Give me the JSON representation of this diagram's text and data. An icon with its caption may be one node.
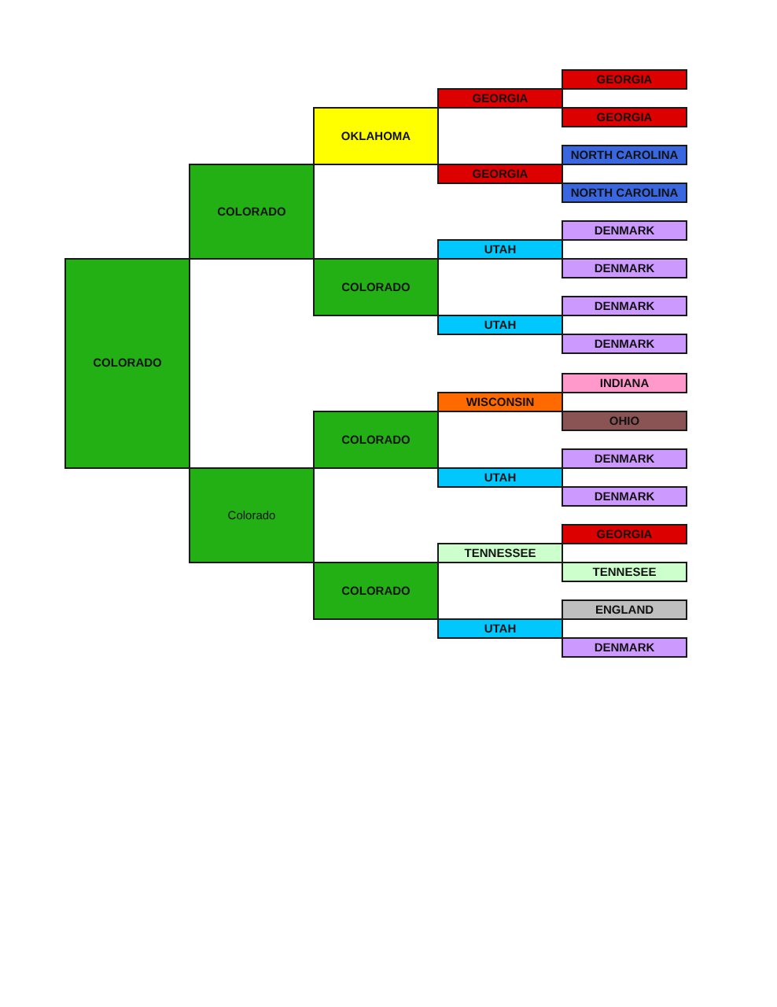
{
  "diagram": {
    "nodes": [
      {
        "text": [
          "COLORADO"
        ]
      },
      {
        "text": [
          "COLORADO"
        ]
      },
      {
        "text": [
          "Colorado"
        ]
      },
      {
        "text": [
          "OKLAHOMA"
        ]
      },
      {
        "text": [
          "COLORADO"
        ]
      },
      {
        "text": [
          "COLORADO"
        ]
      },
      {
        "text": [
          "COLORADO"
        ]
      },
      {
        "text": [
          "GEORGIA"
        ]
      },
      {
        "text": [
          "GEORGIA"
        ]
      },
      {
        "text": [
          "UTAH"
        ]
      },
      {
        "text": [
          "UTAH"
        ]
      },
      {
        "text": [
          "WISCONSIN"
        ]
      },
      {
        "text": [
          "UTAH"
        ]
      },
      {
        "text": [
          "TENNESSEE"
        ]
      },
      {
        "text": [
          "UTAH"
        ]
      },
      {
        "text": [
          "GEORGIA"
        ]
      },
      {
        "text": [
          "GEORGIA"
        ]
      },
      {
        "text": [
          "NORTH CAROLINA"
        ]
      },
      {
        "text": [
          "NORTH CAROLINA"
        ]
      },
      {
        "text": [
          "DENMARK"
        ]
      },
      {
        "text": [
          "DENMARK"
        ]
      },
      {
        "text": [
          "DENMARK"
        ]
      },
      {
        "text": [
          "DENMARK"
        ]
      },
      {
        "text": [
          "INDIANA"
        ]
      },
      {
        "text": [
          "OHIO"
        ]
      },
      {
        "text": [
          "DENMARK"
        ]
      },
      {
        "text": [
          "DENMARK"
        ]
      },
      {
        "text": [
          "GEORGIA"
        ]
      },
      {
        "text": [
          "TENNESEE"
        ]
      },
      {
        "text": [
          "ENGLAND"
        ]
      },
      {
        "text": [
          "DENMARK"
        ]
      }
    ]
  }
}
